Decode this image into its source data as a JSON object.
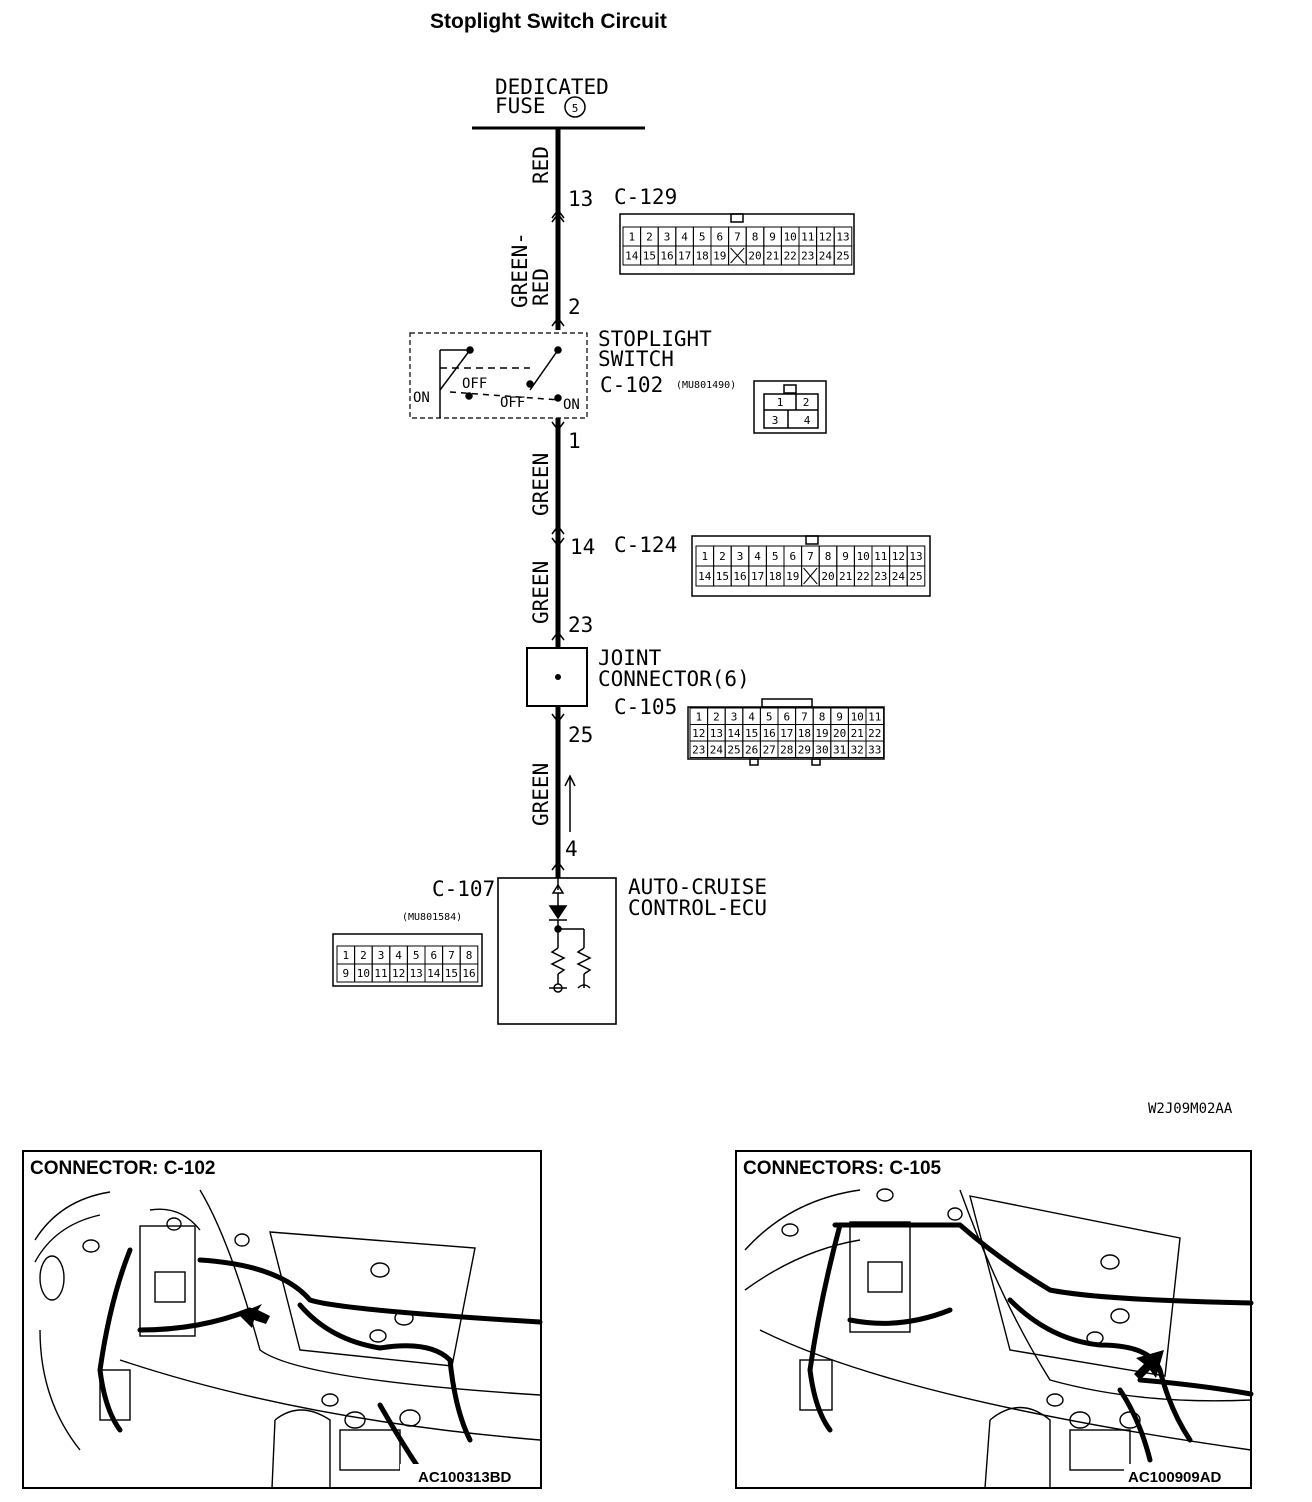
{
  "title": "Stoplight Switch Circuit",
  "fuse": {
    "line1": "DEDICATED",
    "line2": "FUSE",
    "number": "5"
  },
  "wires": {
    "red": "RED",
    "green_red_1": "GREEN-",
    "green_red_2": "RED",
    "green_a": "GREEN",
    "green_b": "GREEN",
    "green_c": "GREEN"
  },
  "pins": {
    "p13": "13",
    "p2": "2",
    "p1": "1",
    "p14": "14",
    "p23": "23",
    "p25": "25",
    "p4": "4"
  },
  "connectors": {
    "c129": {
      "label": "C-129",
      "row1": [
        "1",
        "2",
        "3",
        "4",
        "5",
        "6",
        "7",
        "8",
        "9",
        "10",
        "11",
        "12",
        "13"
      ],
      "row2": [
        "14",
        "15",
        "16",
        "17",
        "18",
        "19",
        "",
        "20",
        "21",
        "22",
        "23",
        "24",
        "25"
      ]
    },
    "c102": {
      "label": "C-102",
      "part": "(MU801490)",
      "pins": [
        "1",
        "2",
        "3",
        "4"
      ]
    },
    "c124": {
      "label": "C-124",
      "row1": [
        "1",
        "2",
        "3",
        "4",
        "5",
        "6",
        "7",
        "8",
        "9",
        "10",
        "11",
        "12",
        "13"
      ],
      "row2": [
        "14",
        "15",
        "16",
        "17",
        "18",
        "19",
        "",
        "20",
        "21",
        "22",
        "23",
        "24",
        "25"
      ]
    },
    "c105": {
      "label": "C-105",
      "row1": [
        "1",
        "2",
        "3",
        "4",
        "5",
        "6",
        "7",
        "8",
        "9",
        "10",
        "11"
      ],
      "row2": [
        "12",
        "13",
        "14",
        "15",
        "16",
        "17",
        "18",
        "19",
        "20",
        "21",
        "22"
      ],
      "row3": [
        "23",
        "24",
        "25",
        "26",
        "27",
        "28",
        "29",
        "30",
        "31",
        "32",
        "33"
      ]
    },
    "c107": {
      "label": "C-107",
      "part": "(MU801584)",
      "row1": [
        "1",
        "2",
        "3",
        "4",
        "5",
        "6",
        "7",
        "8"
      ],
      "row2": [
        "9",
        "10",
        "11",
        "12",
        "13",
        "14",
        "15",
        "16"
      ]
    }
  },
  "components": {
    "stoplight_switch": {
      "line1": "STOPLIGHT",
      "line2": "SWITCH",
      "on_left": "ON",
      "off_left": "OFF",
      "off_right": "OFF",
      "on_right": "ON"
    },
    "joint_connector": {
      "line1": "JOINT",
      "line2": "CONNECTOR(6)"
    },
    "ecu": {
      "line1": "AUTO-CRUISE",
      "line2": "CONTROL-ECU"
    }
  },
  "diagram_code": "W2J09M02AA",
  "locator_left": {
    "title": "CONNECTOR: C-102",
    "code": "AC100313BD"
  },
  "locator_right": {
    "title": "CONNECTORS: C-105",
    "code": "AC100909AD"
  }
}
